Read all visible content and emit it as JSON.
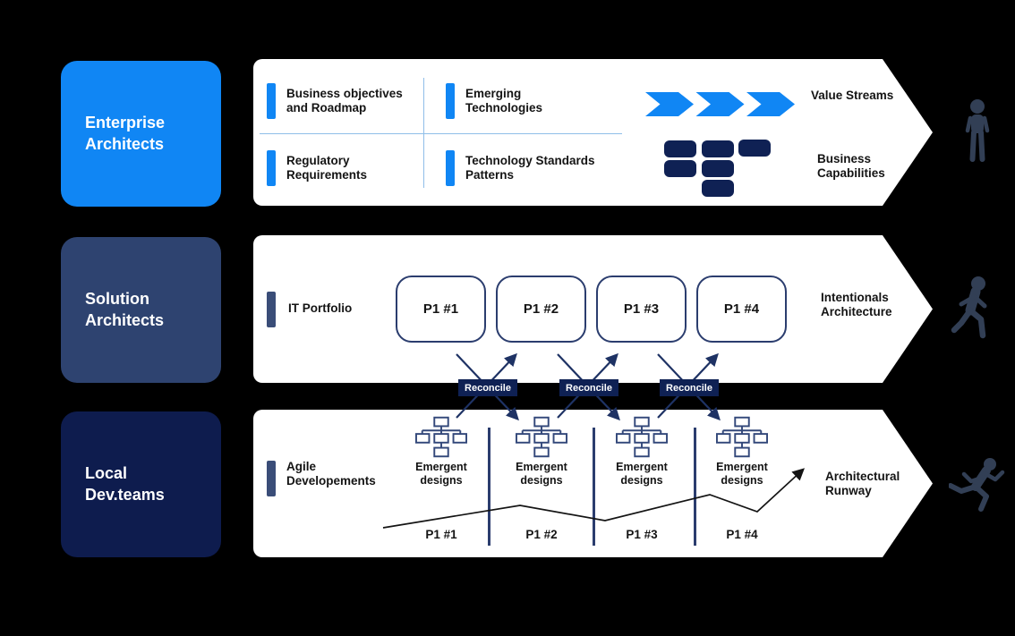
{
  "palette": {
    "background": "#000000",
    "bright_blue": "#1086F4",
    "mid_navy": "#2E4370",
    "dark_navy": "#0E1C4E",
    "block_navy": "#0F2154",
    "line_navy": "#2B3D6E",
    "arrow_navy": "#1E3264",
    "divider_light_blue": "#8FBEE8",
    "person_slate": "#323F55",
    "band_white": "#FFFFFF",
    "text_black": "#141414"
  },
  "enterprise": {
    "title": "Enterprise Architects",
    "quadrants": [
      {
        "label": "Business objectives and Roadmap"
      },
      {
        "label": "Emerging Technologies"
      },
      {
        "label": "Regulatory Requirements"
      },
      {
        "label": "Technology Standards Patterns"
      }
    ],
    "value_streams_label": "Value Streams",
    "business_capabilities_label": "Business Capabilities"
  },
  "solution": {
    "title": "Solution Architects",
    "portfolio_label": "IT Portfolio",
    "programs": [
      "P1 #1",
      "P1 #2",
      "P1 #3",
      "P1 #4"
    ],
    "output_label": "Intentionals Architecture"
  },
  "local_dev": {
    "title": "Local Dev.teams",
    "agile_label": "Agile Developements",
    "emergent_label": "Emergent designs",
    "programs": [
      "P1 #1",
      "P1 #2",
      "P1 #3",
      "P1 #4"
    ],
    "output_label": "Architectural Runway"
  },
  "reconcile_label": "Reconcile"
}
